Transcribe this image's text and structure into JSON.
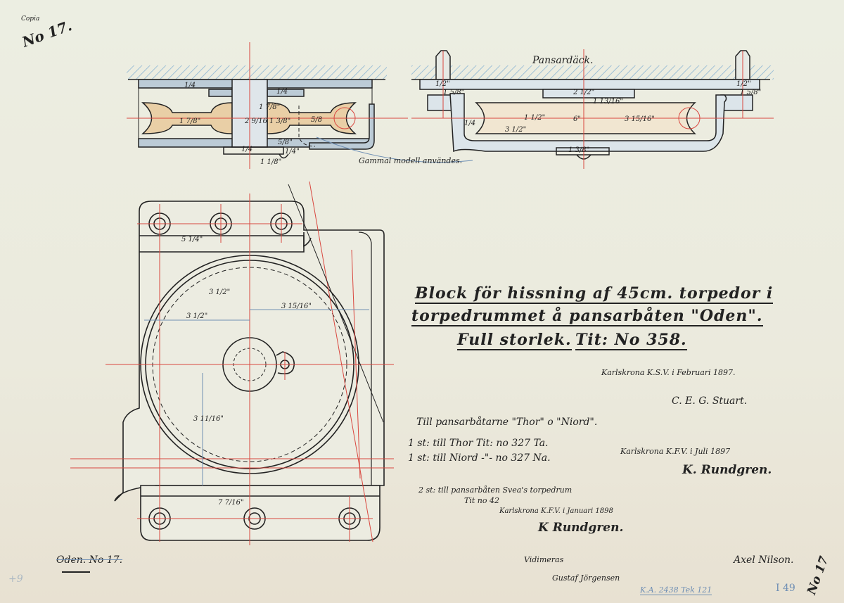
{
  "corner": {
    "copy_label": "Copia",
    "sheet_number": "No 17."
  },
  "section_views": {
    "deck_label": "Pansardäck.",
    "note": "Gammal modell användes.",
    "dimensions_left": [
      "1/4",
      "1 7/8\"",
      "1 7/8\"",
      "2 9/16",
      "1 3/8\"",
      "5/8",
      "1/4",
      "1/4",
      "5/8\"",
      "1/4\"",
      "1 1/8\""
    ],
    "dimensions_right": [
      "1/2\"",
      "1 5/8\"",
      "2 1/2\"",
      "1 13/16\"",
      "6\"",
      "3 15/16\"",
      "1 1/2\"",
      "3 1/2\"",
      "1/4",
      "1 3/8\"",
      "1 5/8\"",
      "1/2\""
    ]
  },
  "plan_view": {
    "dimensions": [
      "5 1/4\"",
      "3 1/2\"",
      "3 1/2\"",
      "3 15/16\"",
      "3 11/16\"",
      "7 7/16\""
    ]
  },
  "title_block": {
    "line1": "Block för hissning af 45cm. torpedor i",
    "line2": "torpedrummet å pansarbåten \"Oden\".",
    "line3a": "Full storlek.",
    "line3b": "Tit: No 358.",
    "place_date": "Karlskrona K.S.V. i Februari 1897.",
    "signature": "C. E. G. Stuart."
  },
  "notes": {
    "heading": "Till pansarbåtarne \"Thor\" o \"Niord\".",
    "item1": "1 st: till Thor Tit: no 327 Ta.",
    "item2": "1 st: till Niord -\"- no 327 Na.",
    "place_date2": "Karlskrona K.F.V. i Juli 1897",
    "signature2": "K. Rundgren.",
    "item3": "2 st: till pansarbåten Svea's torpedrum",
    "item3_tit": "Tit no 42",
    "place_date3": "Karlskrona K.F.V. i Januari 1898",
    "signature3": "K Rundgren."
  },
  "footer": {
    "left_label": "Oden. No 17.",
    "pencil_mark": "+9",
    "vidimeras": "Vidimeras",
    "signature_vid": "Gustaf Jörgensen",
    "archive_ref": "K.A. 2438 Tek 121",
    "archive_num": "I 49",
    "signature_right": "Axel Nilson.",
    "right_number": "No 17"
  },
  "colors": {
    "paper": "#ebeadf",
    "ink": "#222222",
    "red_centerline": "#d9473f",
    "steel_blue": "#bccbd6",
    "wood": "#e9cfa6",
    "hatch": "#9fc0d6"
  }
}
